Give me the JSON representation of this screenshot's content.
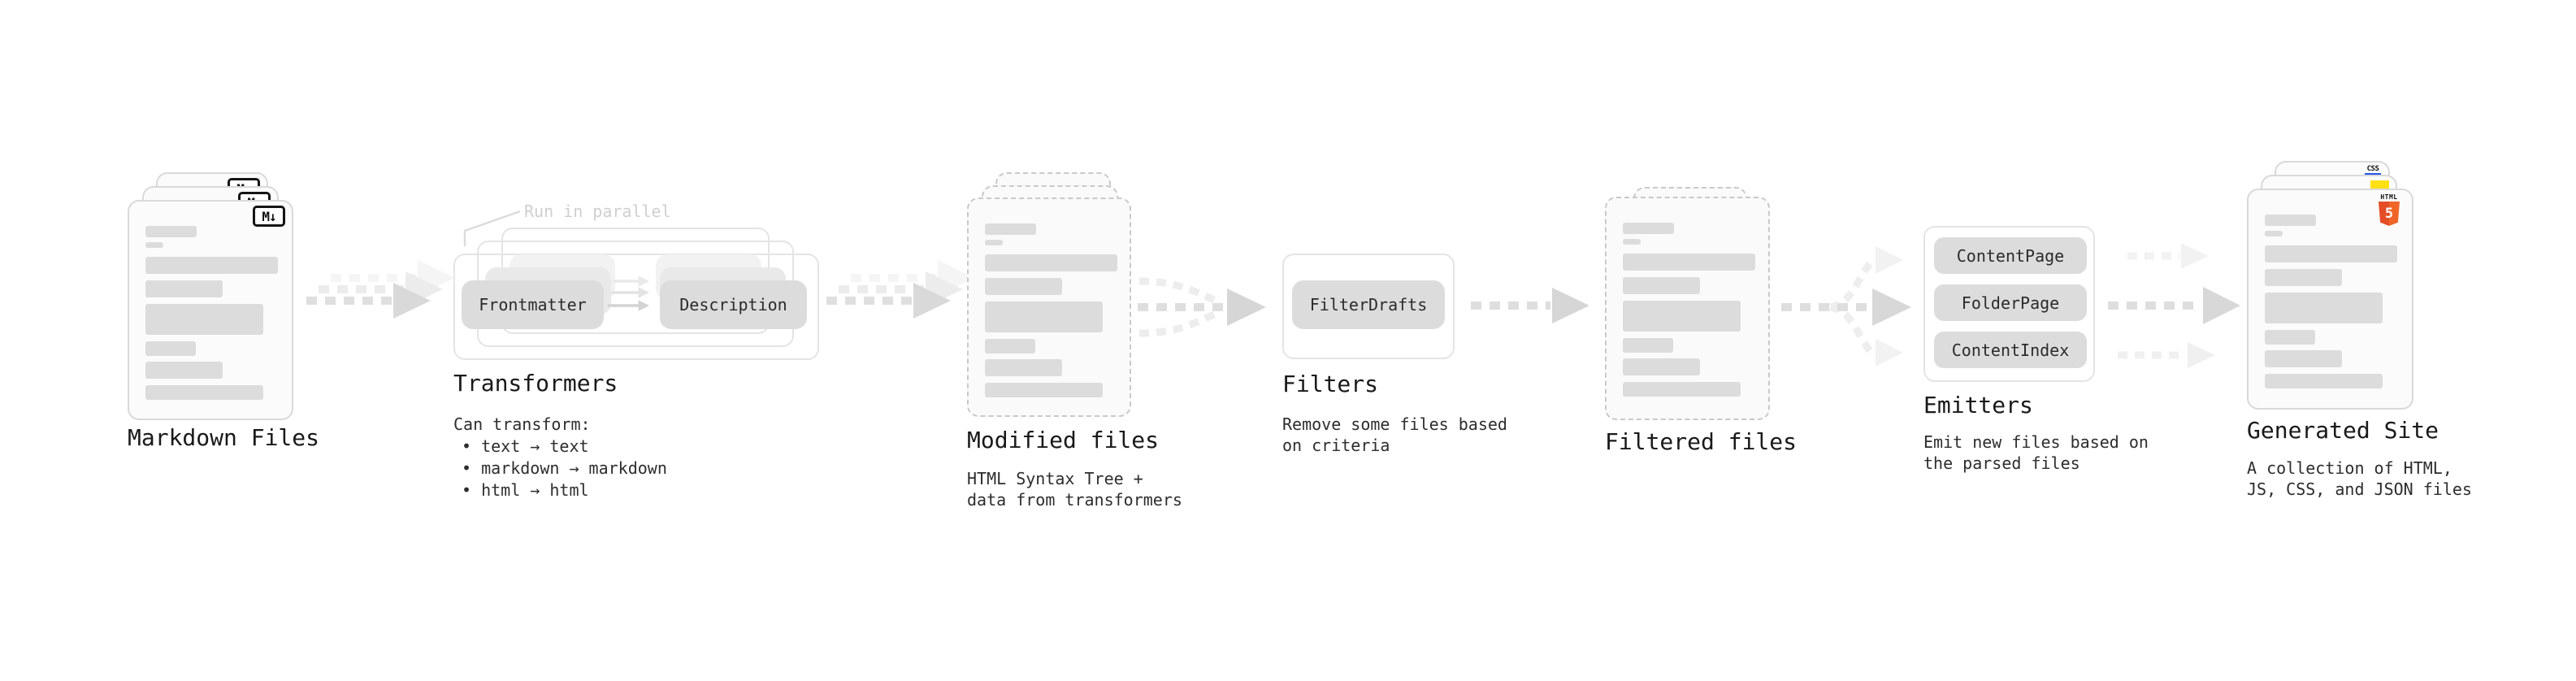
{
  "stages": {
    "markdown": {
      "title": "Markdown Files",
      "badge": "M↓"
    },
    "transformers": {
      "title": "Transformers",
      "annotation": "Run in parallel",
      "pills": [
        "Frontmatter",
        "Description"
      ],
      "subtitle": "Can transform:",
      "bullets": [
        "• text → text",
        "• markdown → markdown",
        "• html → html"
      ]
    },
    "modified": {
      "title": "Modified files",
      "subtitle1": "HTML Syntax Tree +",
      "subtitle2": "data from transformers"
    },
    "filters": {
      "title": "Filters",
      "pill": "FilterDrafts",
      "subtitle1": "Remove some files based",
      "subtitle2": "on criteria"
    },
    "filtered": {
      "title": "Filtered files"
    },
    "emitters": {
      "title": "Emitters",
      "pills": [
        "ContentPage",
        "FolderPage",
        "ContentIndex"
      ],
      "subtitle1": "Emit new files based on",
      "subtitle2": "the parsed files"
    },
    "generated": {
      "title": "Generated Site",
      "subtitle1": "A collection of HTML,",
      "subtitle2": "JS, CSS, and JSON files",
      "css_badge": "CSS",
      "html_badge_label": "HTML",
      "html_badge_number": "5"
    }
  },
  "colors": {
    "html5_orange_dark": "#e44d26",
    "html5_orange_light": "#f16529",
    "js_yellow": "#ffe014",
    "css_blue": "#2456e8",
    "arrow_dark": "#dedede",
    "arrow_head_dark": "#d6d6d6",
    "arrow_light": "#ececec",
    "arrow_lightest": "#f4f4f4",
    "card_border": "#d9d9d9"
  }
}
